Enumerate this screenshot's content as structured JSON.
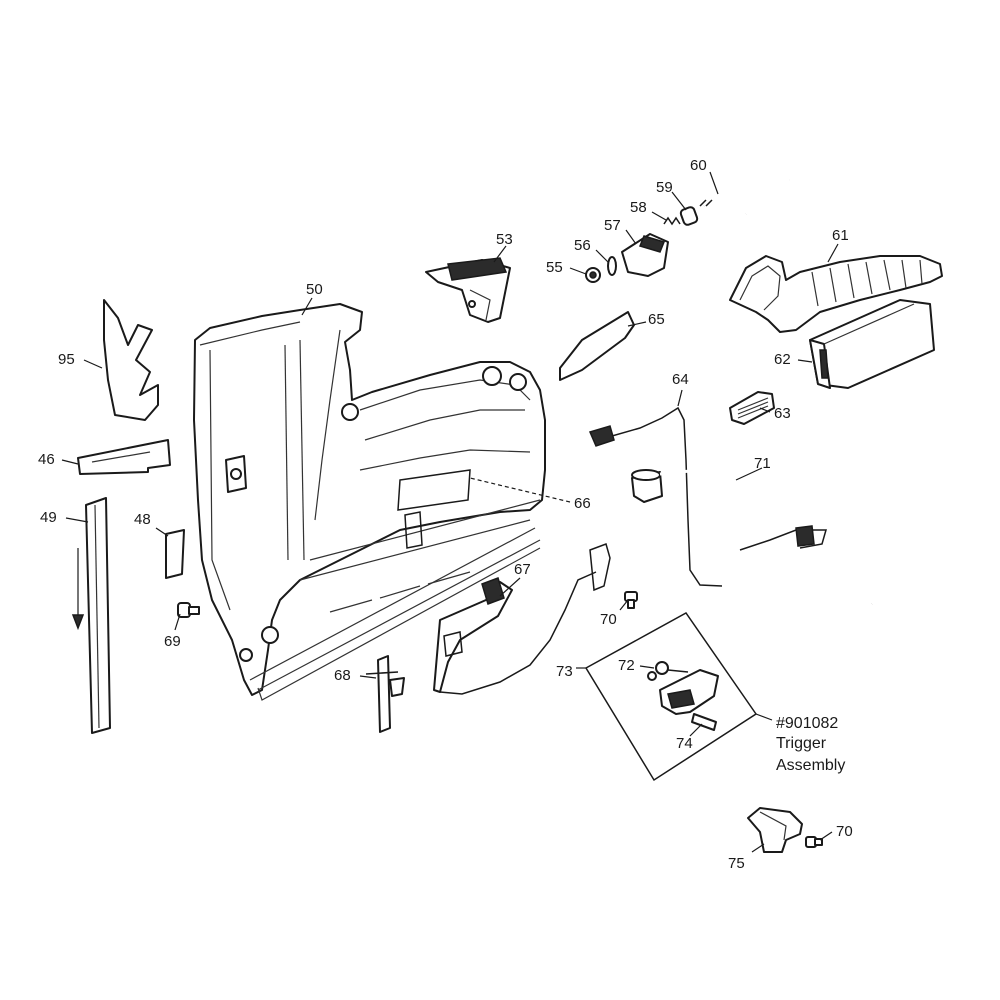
{
  "callouts": {
    "c50": "50",
    "c53": "53",
    "c55": "55",
    "c56": "56",
    "c57": "57",
    "c58": "58",
    "c59": "59",
    "c60": "60",
    "c61": "61",
    "c62": "62",
    "c63": "63",
    "c64": "64",
    "c65": "65",
    "c66": "66",
    "c67": "67",
    "c68": "68",
    "c69": "69",
    "c70a": "70",
    "c70b": "70",
    "c71": "71",
    "c72": "72",
    "c73": "73",
    "c74": "74",
    "c75": "75",
    "c95": "95",
    "c46": "46",
    "c48": "48",
    "c49": "49"
  },
  "assembly": {
    "part_number": "#901082",
    "line1": "Trigger",
    "line2": "Assembly"
  }
}
